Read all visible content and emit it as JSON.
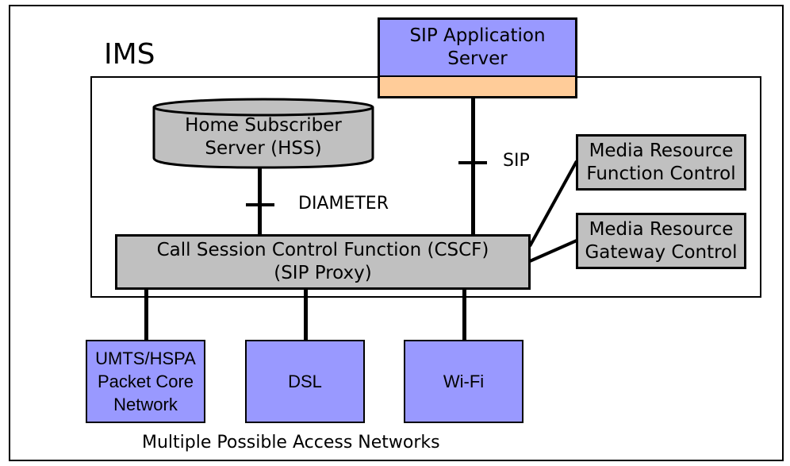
{
  "diagram": {
    "ims_label": "IMS",
    "sip_app_server": "SIP Application\nServer",
    "hss": "Home Subscriber\nServer (HSS)",
    "diameter_label": "DIAMETER",
    "sip_label": "SIP",
    "mrfc": "Media Resource\nFunction Control",
    "mrgc": "Media Resource\nGateway Control",
    "cscf": "Call Session Control Function (CSCF)\n(SIP Proxy)",
    "access_networks": [
      "UMTS/HSPA\nPacket Core\nNetwork",
      "DSL",
      "Wi-Fi"
    ],
    "access_caption": "Multiple Possible Access Networks",
    "colors": {
      "blue_box": "#9999ff",
      "gray_box": "#c0c0c0",
      "orange_band": "#ffcc99",
      "line": "#000000"
    }
  }
}
